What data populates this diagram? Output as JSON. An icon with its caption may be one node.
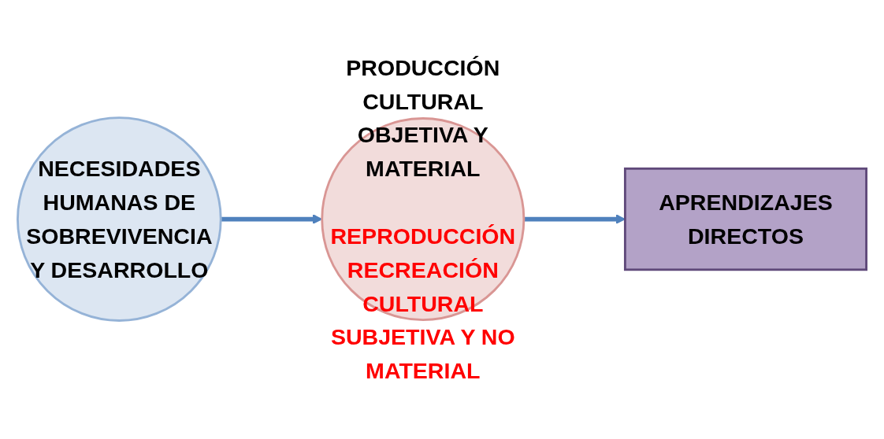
{
  "diagram": {
    "nodes": [
      {
        "text": [
          "NECESIDADES HUMANAS DE SOBREVIVENCIA Y DESARROLLO"
        ]
      },
      {
        "text": [
          "PRODUCCIÓN CULTURAL OBJETIVA Y MATERIAL",
          "REPRODUCCIÓN RECREACIÓN CULTURAL SUBJETIVA Y NO MATERIAL"
        ]
      },
      {
        "text": [
          "APRENDIZAJES DIRECTOS"
        ]
      }
    ],
    "edges": [
      {
        "from": 0,
        "to": 1,
        "arrow": "to"
      },
      {
        "from": 1,
        "to": 2,
        "arrow": "to"
      }
    ]
  }
}
